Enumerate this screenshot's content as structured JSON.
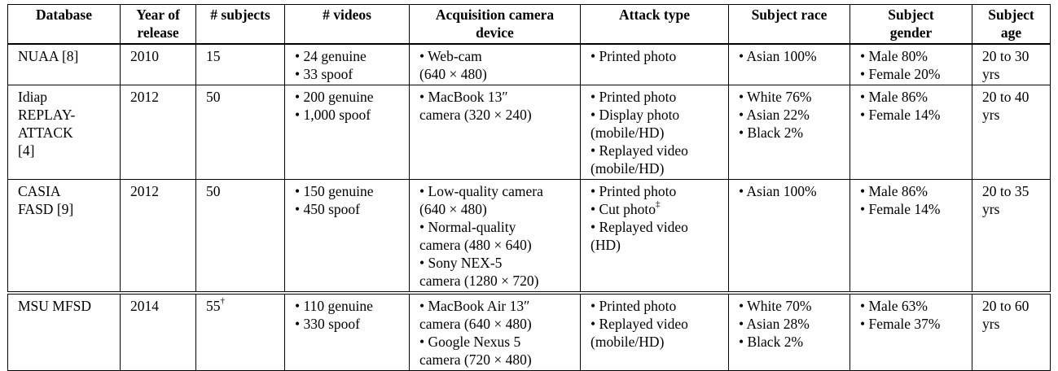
{
  "table": {
    "headers": [
      [
        "Database"
      ],
      [
        "Year of",
        "release"
      ],
      [
        "# subjects"
      ],
      [
        "# videos"
      ],
      [
        "Acquisition camera",
        "device"
      ],
      [
        "Attack type"
      ],
      [
        "Subject race"
      ],
      [
        "Subject",
        "gender"
      ],
      [
        "Subject",
        "age"
      ]
    ],
    "rows": [
      {
        "database": [
          "NUAA [8]"
        ],
        "year": "2010",
        "subjects": "15",
        "subjects_sup": "",
        "videos": [
          "• 24 genuine",
          "• 33 spoof"
        ],
        "camera": [
          "• Web-cam",
          "(640 × 480)"
        ],
        "attack": [
          "• Printed photo"
        ],
        "attack_sup": "",
        "race": [
          "• Asian 100%"
        ],
        "gender": [
          "• Male 80%",
          "• Female 20%"
        ],
        "age": [
          "20 to 30",
          "yrs"
        ]
      },
      {
        "database": [
          "Idiap",
          "REPLAY-",
          "ATTACK",
          "[4]"
        ],
        "year": "2012",
        "subjects": "50",
        "subjects_sup": "",
        "videos": [
          "• 200 genuine",
          "• 1,000 spoof"
        ],
        "camera": [
          "• MacBook 13″",
          "camera (320 × 240)"
        ],
        "attack": [
          "• Printed photo",
          "• Display photo",
          "(mobile/HD)",
          "• Replayed video",
          "(mobile/HD)"
        ],
        "attack_sup": "",
        "race": [
          "• White 76%",
          "• Asian 22%",
          "• Black 2%"
        ],
        "gender": [
          "• Male 86%",
          "• Female 14%"
        ],
        "age": [
          "20 to 40",
          "yrs"
        ]
      },
      {
        "database": [
          "CASIA",
          "FASD [9]"
        ],
        "year": "2012",
        "subjects": "50",
        "subjects_sup": "",
        "videos": [
          "• 150 genuine",
          "• 450 spoof"
        ],
        "camera": [
          "• Low-quality camera",
          "(640 × 480)",
          "• Normal-quality",
          "camera (480 × 640)",
          "• Sony NEX-5",
          "camera (1280 × 720)"
        ],
        "attack": [
          "• Printed photo",
          "• Cut photo",
          "• Replayed video",
          "(HD)"
        ],
        "attack_sup": "‡",
        "race": [
          "• Asian 100%"
        ],
        "gender": [
          "• Male 86%",
          "• Female 14%"
        ],
        "age": [
          "20 to 35",
          "yrs"
        ]
      },
      {
        "database": [
          "MSU MFSD"
        ],
        "year": "2014",
        "subjects": "55",
        "subjects_sup": "†",
        "videos": [
          "• 110 genuine",
          "• 330 spoof"
        ],
        "camera": [
          "• MacBook Air 13″",
          "camera (640 × 480)",
          "• Google Nexus 5",
          "camera (720 × 480)"
        ],
        "attack": [
          "• Printed photo",
          "• Replayed video",
          "(mobile/HD)"
        ],
        "attack_sup": "",
        "race": [
          "• White 70%",
          "• Asian 28%",
          "• Black 2%"
        ],
        "gender": [
          "• Male 63%",
          "• Female 37%"
        ],
        "age": [
          "20 to 60",
          "yrs"
        ]
      }
    ]
  }
}
